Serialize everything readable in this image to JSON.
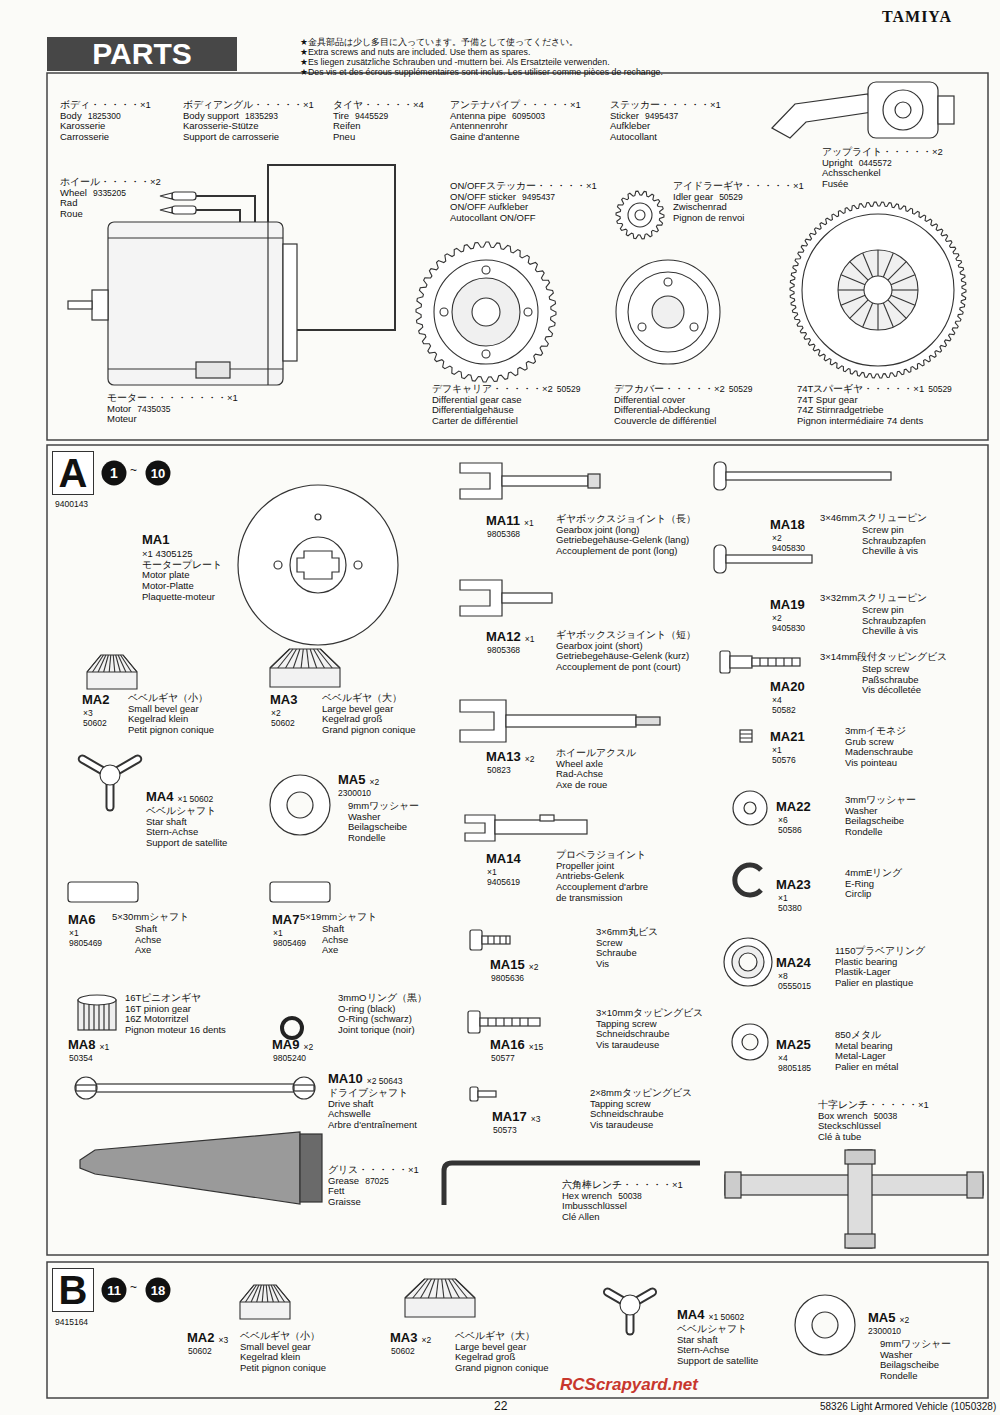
{
  "diagram": {
    "nodes": [
      {
        "text": [
          "PARTS"
        ]
      },
      {
        "text": [
          "A"
        ]
      },
      {
        "text": [
          "1"
        ]
      },
      {
        "text": [
          "10"
        ]
      },
      {
        "text": [
          "B"
        ]
      },
      {
        "text": [
          "11"
        ]
      },
      {
        "text": [
          "18"
        ]
      }
    ],
    "labels": [
      "★金具部品は少し多目に入っています。予備として使ってください。",
      "★Extra screws and nuts are included. Use them as spares.",
      "★Es liegen zusätzliche Schrauben und -muttern bei. Als Ersatzteile verwenden.",
      "★Des vis et des écrous supplémentaires sont inclus. Les utiliser comme pièces de rechange.",
      "TAMIYA",
      "ボディ・・・・・×1",
      "Body",
      "Karosserie",
      "Carrosserie",
      "1825300",
      "ボディアングル・・・・・×1",
      "Body support",
      "Karosserie-Stütze",
      "Support de carrosserie",
      "1835293",
      "タイヤ・・・・・×4",
      "Tire",
      "Reifen",
      "Pneu",
      "9445529",
      "アンテナパイプ・・・・・×1",
      "Antenna pipe",
      "Antennenrohr",
      "Gaine d'antenne",
      "6095003",
      "ステッカー・・・・・×1",
      "Sticker",
      "Aufkleber",
      "Autocollant",
      "9495437",
      "アップライト・・・・・×2",
      "Upright",
      "Achsschenkel",
      "Fusée",
      "0445572",
      "ホイール・・・・・×2",
      "Wheel",
      "Rad",
      "Roue",
      "9335205",
      "ON/OFFステッカー・・・・・×1",
      "ON/OFF sticker",
      "ON/OFF Aufkleber",
      "Autocollant ON/OFF",
      "9495437",
      "アイドラーギヤ・・・・・×1",
      "Idler gear",
      "Zwischenrad",
      "Pignon de renvoi",
      "50529",
      "モーター・・・・・・・・×1",
      "Motor",
      "Moteur",
      "7435035",
      "デフキャリア・・・・・×2",
      "Differential gear case",
      "Differentialgehäuse",
      "Carter de différentiel",
      "50529",
      "デフカバー・・・・・×2",
      "Differential cover",
      "Differential-Abdeckung",
      "Couvercle de différentiel",
      "50529",
      "74Tスパーギヤ・・・・・×1",
      "74T Spur gear",
      "74Z Stirnradgetriebe",
      "Pignon intermédiaire 74 dents",
      "50529",
      "9400143",
      "~",
      "MA1",
      "×1 4305125",
      "モータープレート",
      "Motor plate",
      "Motor-Platte",
      "Plaquette-moteur",
      "MA2",
      "×3",
      "50602",
      "ベベルギヤ（小）",
      "Small bevel gear",
      "Kegelrad klein",
      "Petit pignon conique",
      "MA3",
      "×2",
      "50602",
      "ベベルギヤ（大）",
      "Large bevel gear",
      "Kegelrad groß",
      "Grand pignon conique",
      "MA4",
      "×1 50602",
      "ベベルシャフト",
      "Star shaft",
      "Stern-Achse",
      "Support de satellite",
      "MA5",
      "×2",
      "2300010",
      "9mmワッシャー",
      "Washer",
      "Beilagscheibe",
      "Rondelle",
      "MA6",
      "×1",
      "9805469",
      "5×30mmシャフト",
      "Shaft",
      "Achse",
      "Axe",
      "MA7",
      "×1",
      "9805469",
      "5×19mmシャフト",
      "Shaft",
      "Achse",
      "Axe",
      "MA8",
      "×1",
      "50354",
      "16Tピニオンギヤ",
      "16T pinion gear",
      "16Z Motorritzel",
      "Pignon moteur 16 dents",
      "MA9",
      "×2",
      "9805240",
      "3mmOリング（黒）",
      "O-ring (black)",
      "O-Ring (schwarz)",
      "Joint torique (noir)",
      "MA10",
      "×2 50643",
      "ドライブシャフト",
      "Drive shaft",
      "Achswelle",
      "Arbre d'entraînement",
      "グリス・・・・・×1",
      "Grease",
      "Fett",
      "Graisse",
      "87025",
      "MA11",
      "×1",
      "9805368",
      "ギヤボックスジョイント（長）",
      "Gearbox joint (long)",
      "Getriebegehäuse-Gelenk (lang)",
      "Accouplement de pont (long)",
      "MA12",
      "×1",
      "9805368",
      "ギヤボックスジョイント（短）",
      "Gearbox joint (short)",
      "Getriebegehäuse-Gelenk (kurz)",
      "Accouplement de pont (court)",
      "MA13",
      "×2",
      "50823",
      "ホイールアクスル",
      "Wheel axle",
      "Rad-Achse",
      "Axe de roue",
      "MA14",
      "×1",
      "9405619",
      "プロペラジョイント",
      "Propeller joint",
      "Antriebs-Gelenk",
      "Accouplement d'arbre",
      "de transmission",
      "MA15",
      "×2",
      "9805636",
      "3×6mm丸ビス",
      "Screw",
      "Schraube",
      "Vis",
      "MA16",
      "×15",
      "50577",
      "3×10mmタッピングビス",
      "Tapping screw",
      "Schneidschraube",
      "Vis taraudeuse",
      "MA17",
      "×3",
      "50573",
      "2×8mmタッピングビス",
      "Tapping screw",
      "Schneidschraube",
      "Vis taraudeuse",
      "六角棒レンチ・・・・・×1",
      "Hex wrench",
      "Imbusschlüssel",
      "Clé Allen",
      "50038",
      "MA18",
      "×2",
      "9405830",
      "3×46mmスクリューピン",
      "Screw pin",
      "Schraubzapfen",
      "Cheville à vis",
      "MA19",
      "×2",
      "9405830",
      "3×32mmスクリューピン",
      "Screw pin",
      "Schraubzapfen",
      "Cheville à vis",
      "MA20",
      "×4",
      "50582",
      "3×14mm段付タッピングビス",
      "Step screw",
      "Paßschraube",
      "Vis décolletée",
      "MA21",
      "×1",
      "50576",
      "3mmイモネジ",
      "Grub screw",
      "Madenschraube",
      "Vis pointeau",
      "MA22",
      "×6",
      "50586",
      "3mmワッシャー",
      "Washer",
      "Beilagscheibe",
      "Rondelle",
      "MA23",
      "×1",
      "50380",
      "4mmEリング",
      "E-Ring",
      "Circlip",
      "MA24",
      "×8",
      "0555015",
      "1150プラベアリング",
      "Plastic bearing",
      "Plastik-Lager",
      "Palier en plastique",
      "MA25",
      "×4",
      "9805185",
      "850メタル",
      "Metal bearing",
      "Metal-Lager",
      "Palier en métal",
      "十字レンチ・・・・・×1",
      "Box wrench",
      "Steckschlüssel",
      "Clé à tube",
      "50038",
      "9415164",
      "~",
      "MA2",
      "×3",
      "50602",
      "ベベルギヤ（小）",
      "Small bevel gear",
      "Kegelrad klein",
      "Petit pignon conique",
      "MA3",
      "×2",
      "50602",
      "ベベルギヤ（大）",
      "Large bevel gear",
      "Kegelrad groß",
      "Grand pignon conique",
      "MA4",
      "×1 50602",
      "ベベルシャフト",
      "Star shaft",
      "Stern-Achse",
      "Support de satellite",
      "MA5",
      "×2",
      "2300010",
      "9mmワッシャー",
      "Washer",
      "Beilagscheibe",
      "Rondelle",
      "RCScrapyard.net",
      "22",
      "58326 Light Armored Vehicle (1050328)"
    ]
  }
}
